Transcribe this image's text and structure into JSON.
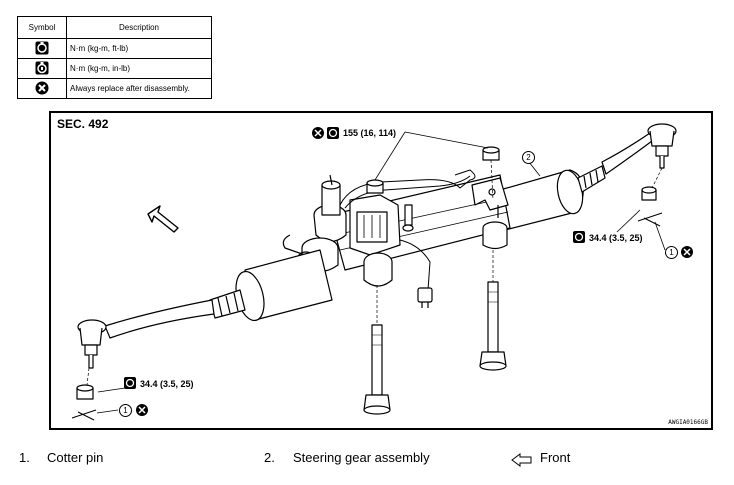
{
  "legend": {
    "header_symbol": "Symbol",
    "header_description": "Description",
    "rows": [
      {
        "icon": "torque-wrench-ft-lb-icon",
        "description": "N·m (kg-m, ft-lb)"
      },
      {
        "icon": "torque-wrench-in-lb-icon",
        "description": "N·m (kg-m, in-lb)"
      },
      {
        "icon": "replace-x-icon",
        "description": "Always replace after disassembly."
      }
    ]
  },
  "figure": {
    "section": "SEC. 492",
    "art_code": "AWGIA0166GB",
    "torque_top": "155 (16, 114)",
    "torque_right": "34.4 (3.5, 25)",
    "torque_left": "34.4 (3.5, 25)",
    "callout_1": "1",
    "callout_2": "2"
  },
  "footer": {
    "item1_num": "1.",
    "item1_label": "Cotter pin",
    "item2_num": "2.",
    "item2_label": "Steering gear assembly",
    "front_label": "Front"
  }
}
